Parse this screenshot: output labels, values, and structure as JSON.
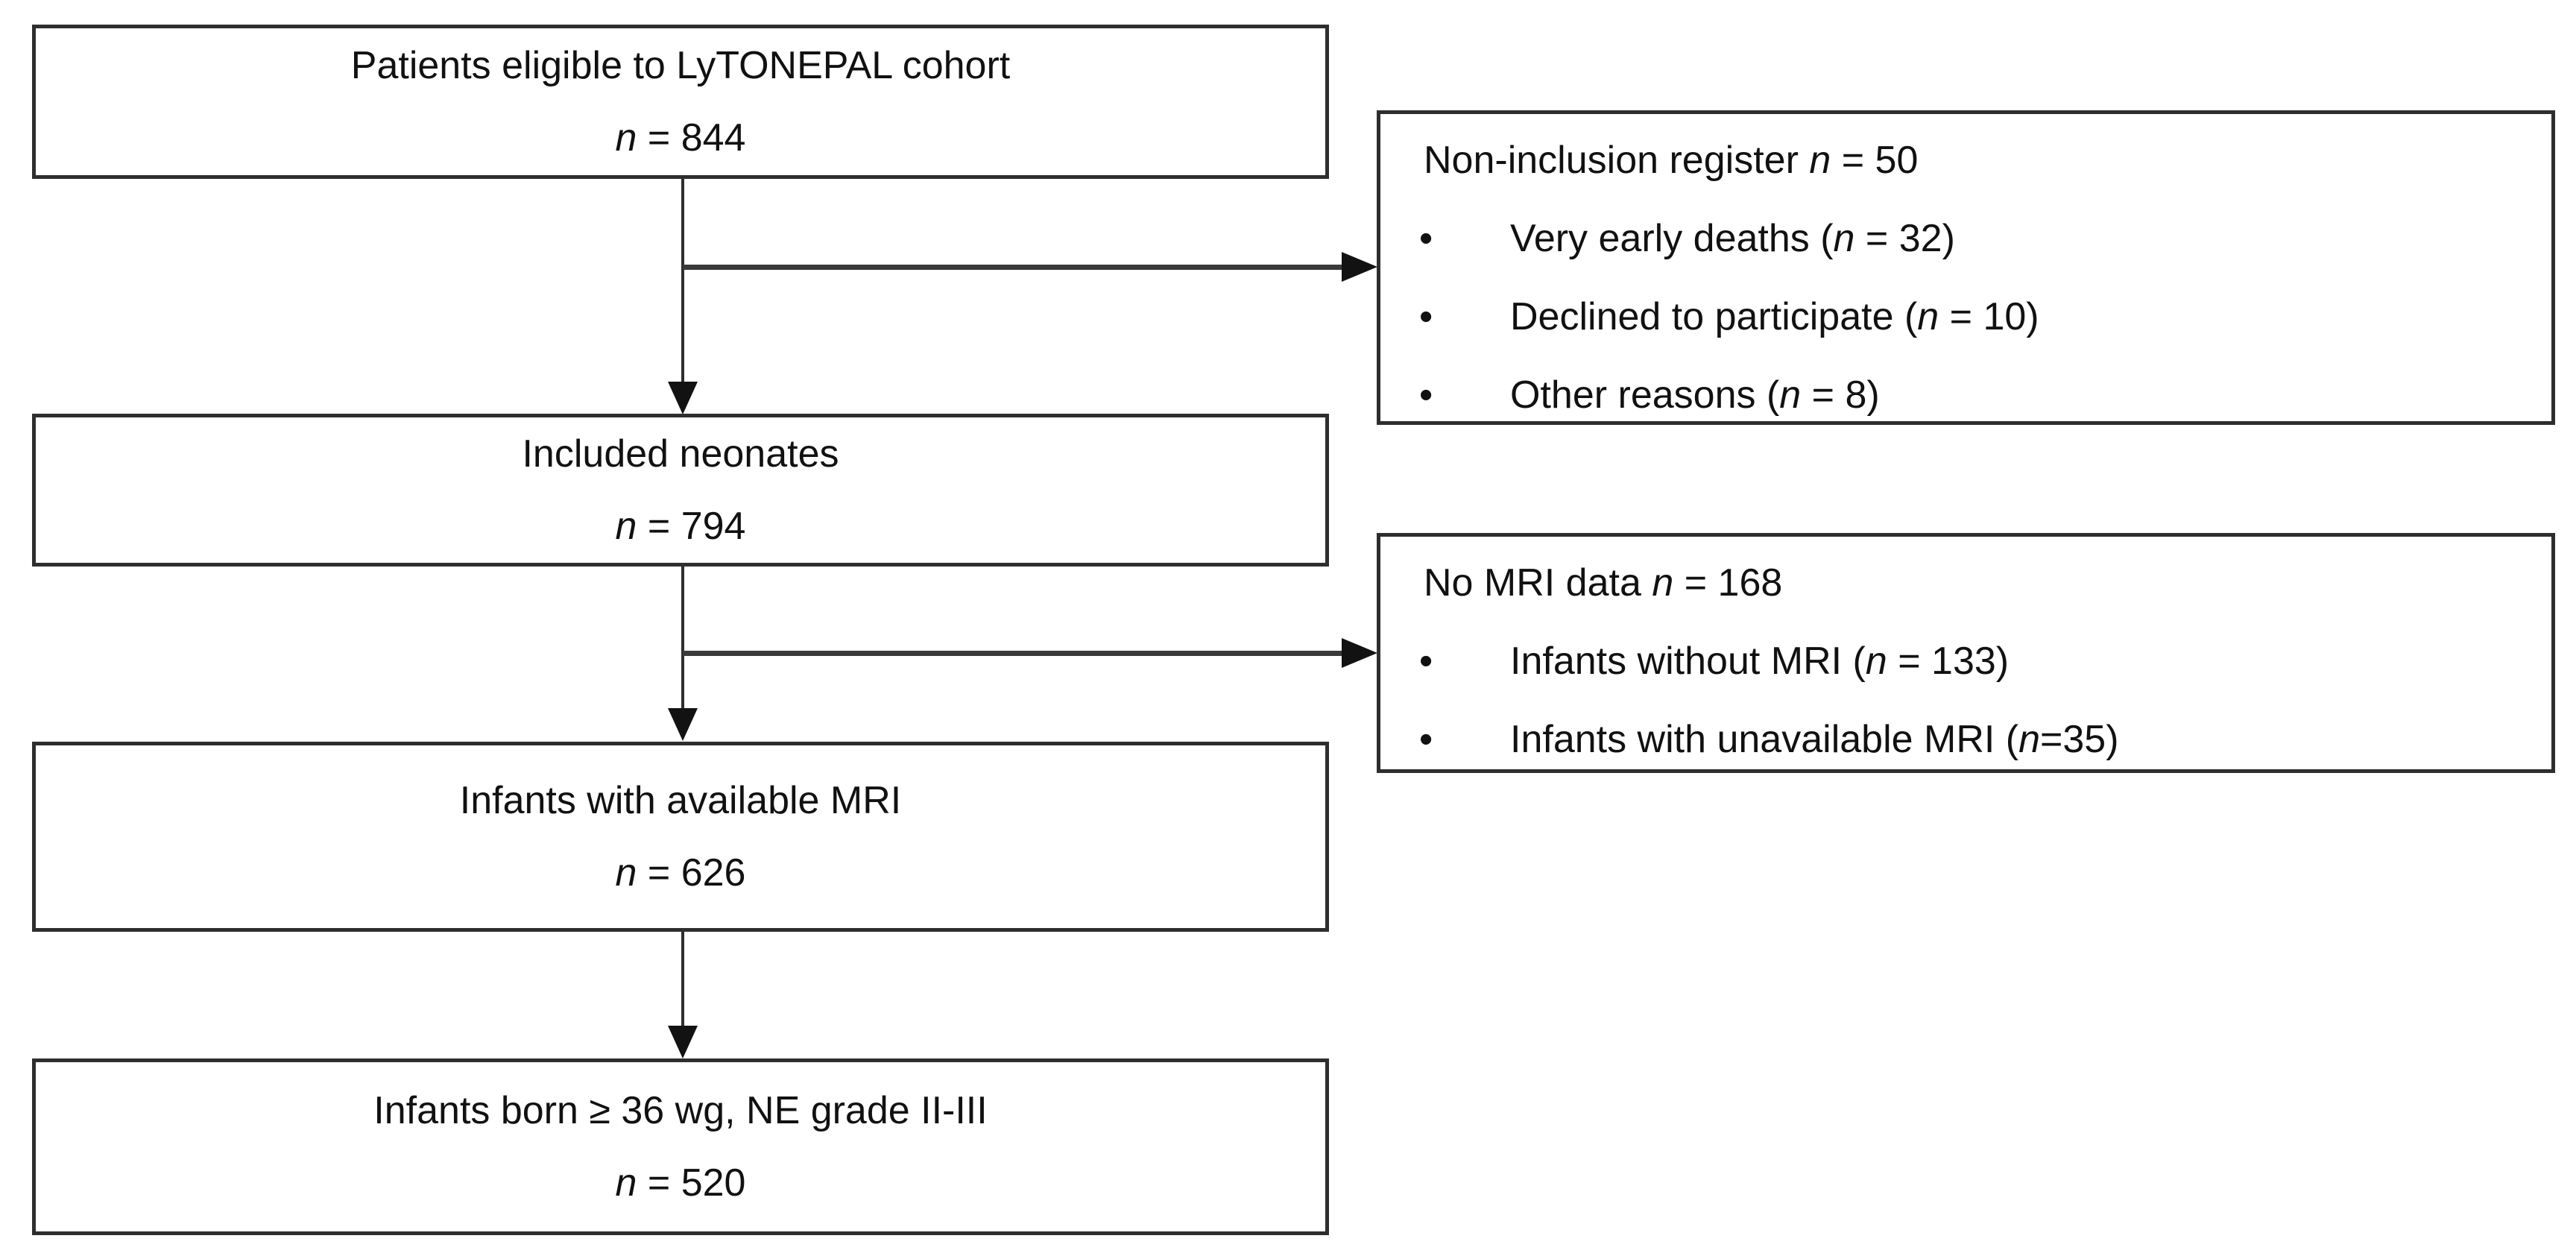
{
  "figure": {
    "type": "patient-flow-diagram",
    "colors": {
      "background": "#ffffff",
      "border": "#2e2e2e",
      "text": "#111111",
      "arrow": "#121212"
    },
    "main_boxes": [
      {
        "title": "Patients eligible to LyTONEPAL cohort",
        "n_label": "n",
        "n_rest": " = 844"
      },
      {
        "title": "Included neonates",
        "n_label": "n",
        "n_rest": " = 794"
      },
      {
        "title": "Infants with available MRI",
        "n_label": "n",
        "n_rest": " = 626"
      },
      {
        "title": "Infants born ≥ 36 wg, NE grade II-III",
        "n_label": "n",
        "n_rest": " = 520"
      }
    ],
    "side_boxes": [
      {
        "title_prefix": "Non-inclusion register ",
        "n_label": "n",
        "title_suffix": " = 50",
        "bullet_glyph": "•",
        "items": [
          {
            "prefix": "Very early deaths (",
            "n_label": "n",
            "suffix": " = 32)"
          },
          {
            "prefix": "Declined to participate (",
            "n_label": "n",
            "suffix": " = 10)"
          },
          {
            "prefix": "Other reasons (",
            "n_label": "n",
            "suffix": " = 8)"
          }
        ]
      },
      {
        "title_prefix": "No MRI data ",
        "n_label": "n",
        "title_suffix": " = 168",
        "bullet_glyph": "•",
        "items": [
          {
            "prefix": "Infants without MRI (",
            "n_label": "n",
            "suffix": " = 133)"
          },
          {
            "prefix": "Infants with unavailable MRI (",
            "n_label": "n",
            "suffix": "=35)"
          }
        ]
      }
    ]
  }
}
